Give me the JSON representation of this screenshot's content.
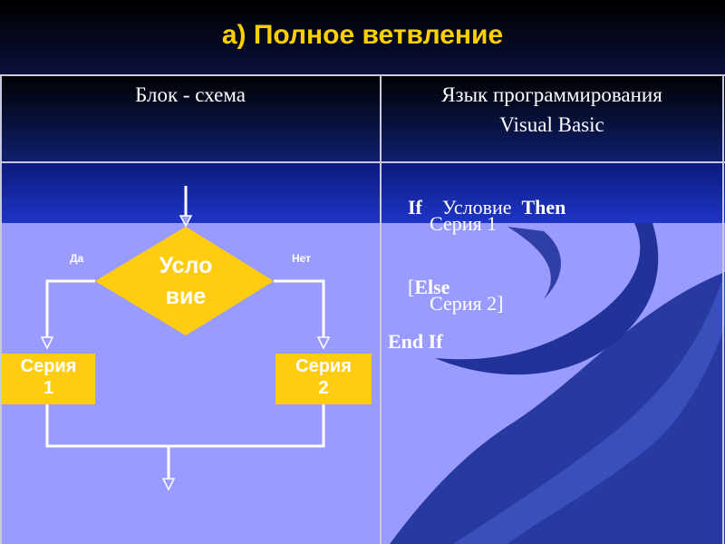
{
  "title": "а)  Полное ветвление",
  "table": {
    "header_left": "Блок - схема",
    "header_right_line1": "Язык программирования",
    "header_right_line2": "Visual Basic"
  },
  "flowchart": {
    "condition_line1": "Усло",
    "condition_line2": "вие",
    "yes_label": "Да",
    "no_label": "Нет",
    "left_box_line1": "Серия",
    "left_box_line2": "1",
    "right_box_line1": "Серия",
    "right_box_line2": "2"
  },
  "code": {
    "line1_kw1": "If",
    "line1_text": "Условие",
    "line1_kw2": "Then",
    "line2_text": "Серия 1",
    "line3_bracket": "[",
    "line3_kw": "Else",
    "line4_text": "Серия 2]",
    "line5_kw": "End If"
  },
  "colors": {
    "title": "#ffd000",
    "shape_fill": "#ffcc11",
    "main_bg": "#9a9bff",
    "wave": "#14288e"
  }
}
